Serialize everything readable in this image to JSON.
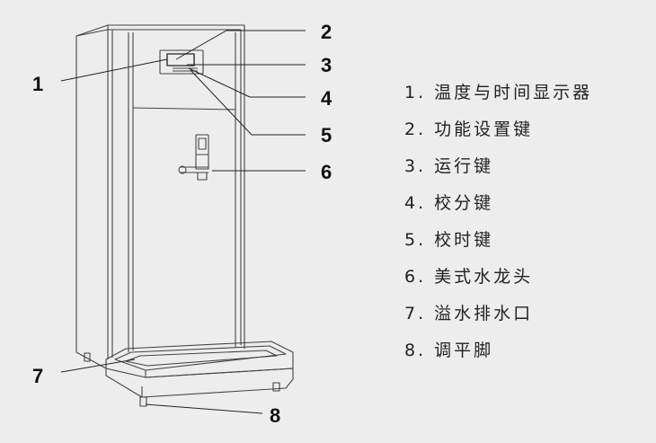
{
  "callouts": [
    "1",
    "2",
    "3",
    "4",
    "5",
    "6",
    "7",
    "8"
  ],
  "legend": [
    "1. 温度与时间显示器",
    "2. 功能设置键",
    "3. 运行键",
    "4. 校分键",
    "5. 校时键",
    "6. 美式水龙头",
    "7. 溢水排水口",
    "8. 调平脚"
  ],
  "colors": {
    "background": "#ededed",
    "line": "#333333",
    "text": "#222222"
  }
}
